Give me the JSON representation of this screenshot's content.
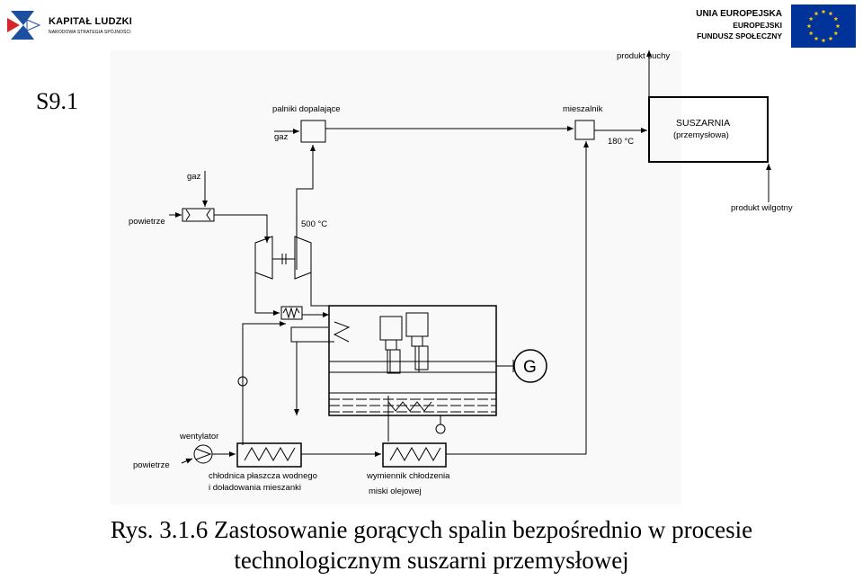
{
  "header": {
    "left_logo_title": "KAPITAŁ LUDZKI",
    "left_logo_subtitle": "NARODOWA STRATEGIA SPÓJNOŚCI",
    "right_logo_line1": "UNIA EUROPEJSKA",
    "right_logo_line2": "EUROPEJSKI",
    "right_logo_line3": "FUNDUSZ SPOŁECZNY",
    "eu_flag_icon": "eu-flag-icon"
  },
  "slide_id": "S9.1",
  "diagram": {
    "labels": {
      "produkt_suchy": "produkt suchy",
      "palniki": "palniki dopalające",
      "gaz_palniki": "gaz",
      "mieszalnik": "mieszalnik",
      "suszarnia": "SUSZARNIA",
      "przemyslowa": "(przemysłowa)",
      "temp_180": "180 °C",
      "gaz_top": "gaz",
      "powietrze_top": "powietrze",
      "temp_500": "500 °C",
      "produkt_wilgotny": "produkt wilgotny",
      "generator": "G",
      "wentylator": "wentylator",
      "powietrze_bottom": "powietrze",
      "chlodnica_1": "chłodnica płaszcza wodnego",
      "chlodnica_2": "i doładowania mieszanki",
      "wymiennik_1": "wymiennik chłodzenia",
      "wymiennik_2": "miski olejowej"
    }
  },
  "caption": {
    "line1": "Rys. 3.1.6 Zastosowanie gorących spalin bezpośrednio w procesie",
    "line2": "technologicznym suszarni przemysłowej"
  },
  "colors": {
    "eu_blue": "#003399",
    "eu_star": "#ffcc00",
    "kl_blue": "#1d4fa0",
    "kl_red": "#d7262b",
    "diagram_bg": "#f9f9f9"
  }
}
